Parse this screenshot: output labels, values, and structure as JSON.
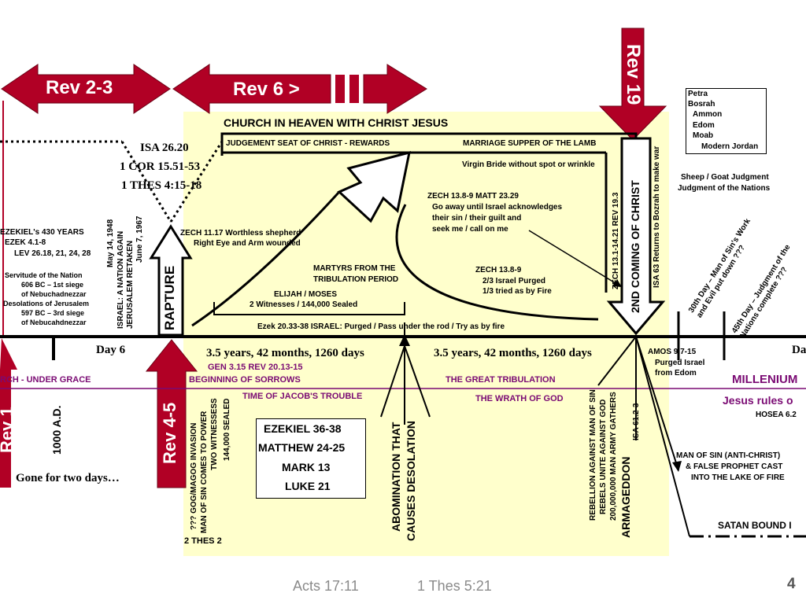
{
  "arrows": {
    "rev23": "Rev  2-3",
    "rev6": "Rev 6 >",
    "rev19": "Rev 19",
    "rev1": "Rev 1",
    "rev45": "Rev 4-5"
  },
  "heaven": {
    "title": "CHURCH IN HEAVEN WITH CHRIST JESUS",
    "judgement": "JUDGEMENT SEAT OF CHRIST - REWARDS",
    "marriage": "MARRIAGE SUPPER OF THE LAMB",
    "bride": "Virgin Bride without spot or wrinkle"
  },
  "rapture_refs": [
    "ISA 26.20",
    "1 COR 15.51-53",
    "1 THES 4:15-18"
  ],
  "rapture_label": "RAPTURE",
  "zech_matt": {
    "ref": "ZECH 13.8-9      MATT 23.29",
    "l1": "Go away until Israel acknowledges",
    "l2": "their sin / their guilt and",
    "l3": "seek me / call on me"
  },
  "zech1117": {
    "l1": "ZECH 11.17 Worthless shepherd",
    "l2": "Right Eye and Arm wounded"
  },
  "martyrs": {
    "l1": "MARTYRS FROM THE",
    "l2": "TRIBULATION PERIOD"
  },
  "zech_purge": {
    "l1": "ZECH 13.8-9",
    "l2": "2/3 Israel Purged",
    "l3": "1/3 tried as by Fire"
  },
  "elijah": {
    "l1": "ELIJAH / MOSES",
    "l2": "2 Witnesses / 144,000 Sealed"
  },
  "ezek2033": "Ezek 20.33-38   ISRAEL:  Purged / Pass under the rod / Try as by fire",
  "second_coming": {
    "title": "2ND COMING OF CHRIST",
    "ref1": "ZECH 13.1-14.21   REV 19.3",
    "ref2": "ISA 63   Returns to Bozrah to make war"
  },
  "edom_box": {
    "l1": "Petra",
    "l2": "Bosrah",
    "l3": "Ammon",
    "l4": "Edom",
    "l5": "Moab",
    "l6": "Modern Jordan"
  },
  "sheep_goat": {
    "l1": "Sheep / Goat Judgment",
    "l2": "Judgment of the Nations"
  },
  "day30": "30th Day – Man of Sin's Work and Evil put down ???",
  "day45": "45th Day – Judgment of the Nations complete ???",
  "left_notes": {
    "ezekiel430": [
      "EZEKIEL's 430 YEARS",
      "EZEK 4.1-8",
      "LEV 26.18, 21, 24, 28"
    ],
    "servitude": [
      "Servitude of the Nation",
      "606 BC – 1st siege",
      "of Nebuchadnezzar",
      "Desolations of Jerusalem",
      "597 BC – 3rd siege",
      "of Nebucahdnezzar"
    ],
    "israel_v1": "May 14, 1948",
    "israel_v2": "ISRAEL: A NATION AGAIN",
    "israel_v3": "JERUSALEM RETAKEN",
    "israel_v4": "June 7, 1967"
  },
  "timeline": {
    "day6": "Day 6",
    "half1": "3.5 years, 42 months, 1260 days",
    "half2": "3.5 years, 42 months, 1260 days",
    "gen": "GEN 3.15    REV 20.13-15",
    "beginning": "BEGINNING OF SORROWS",
    "great_trib": "THE GREAT TRIBULATION",
    "jacobs": "TIME OF JACOB'S TROUBLE",
    "wrath": "THE WRATH OF GOD",
    "church_grace": "RCH - UNDER GRACE",
    "ad1000": "1000 A.D.",
    "gone": "Gone for two days…",
    "amos": "AMOS 9.7-15",
    "purged1": "Purged Israel",
    "purged2": "from Edom",
    "millenium": "MILLENIUM",
    "jesus_rules": "Jesus rules o",
    "hosea": "HOSEA 6.2",
    "da": "Da"
  },
  "scripture_box": [
    "EZEKIEL 36-38",
    "MATTHEW 24-25",
    "MARK 13",
    "LUKE 21"
  ],
  "gog": {
    "l1": "??? GOG/MAGOG INVASION",
    "l2": "MAN OF SIN COMES TO POWER",
    "l3": "TWO WITNESSESS",
    "l4": "144,000 SEALED",
    "thes": "2 THES 2"
  },
  "abomination": {
    "l1": "ABOMINATION THAT",
    "l2": "CAUSES DESOLATION"
  },
  "rebellion": {
    "l1": "REBELLION AGAINST MAN OF SIN",
    "l2": "REBELS UNITE AGAINST GOD",
    "l3": "200,000,000 MAN ARMY GATHERS",
    "l4": "ARMAGEDDON",
    "isa": "ISA 61.2-3"
  },
  "man_of_sin": {
    "l1": "MAN OF SIN (ANTI-CHRIST)",
    "l2": "& FALSE PROPHET CAST",
    "l3": "INTO THE LAKE OF FIRE"
  },
  "satan": "SATAN BOUND I",
  "footer": {
    "ref1": "Acts 17:11",
    "ref2": "1 Thes 5:21",
    "page": "4"
  },
  "colors": {
    "arrow_red": "#b10025",
    "panel": "#ffffcc",
    "purple": "#7a0a73"
  }
}
